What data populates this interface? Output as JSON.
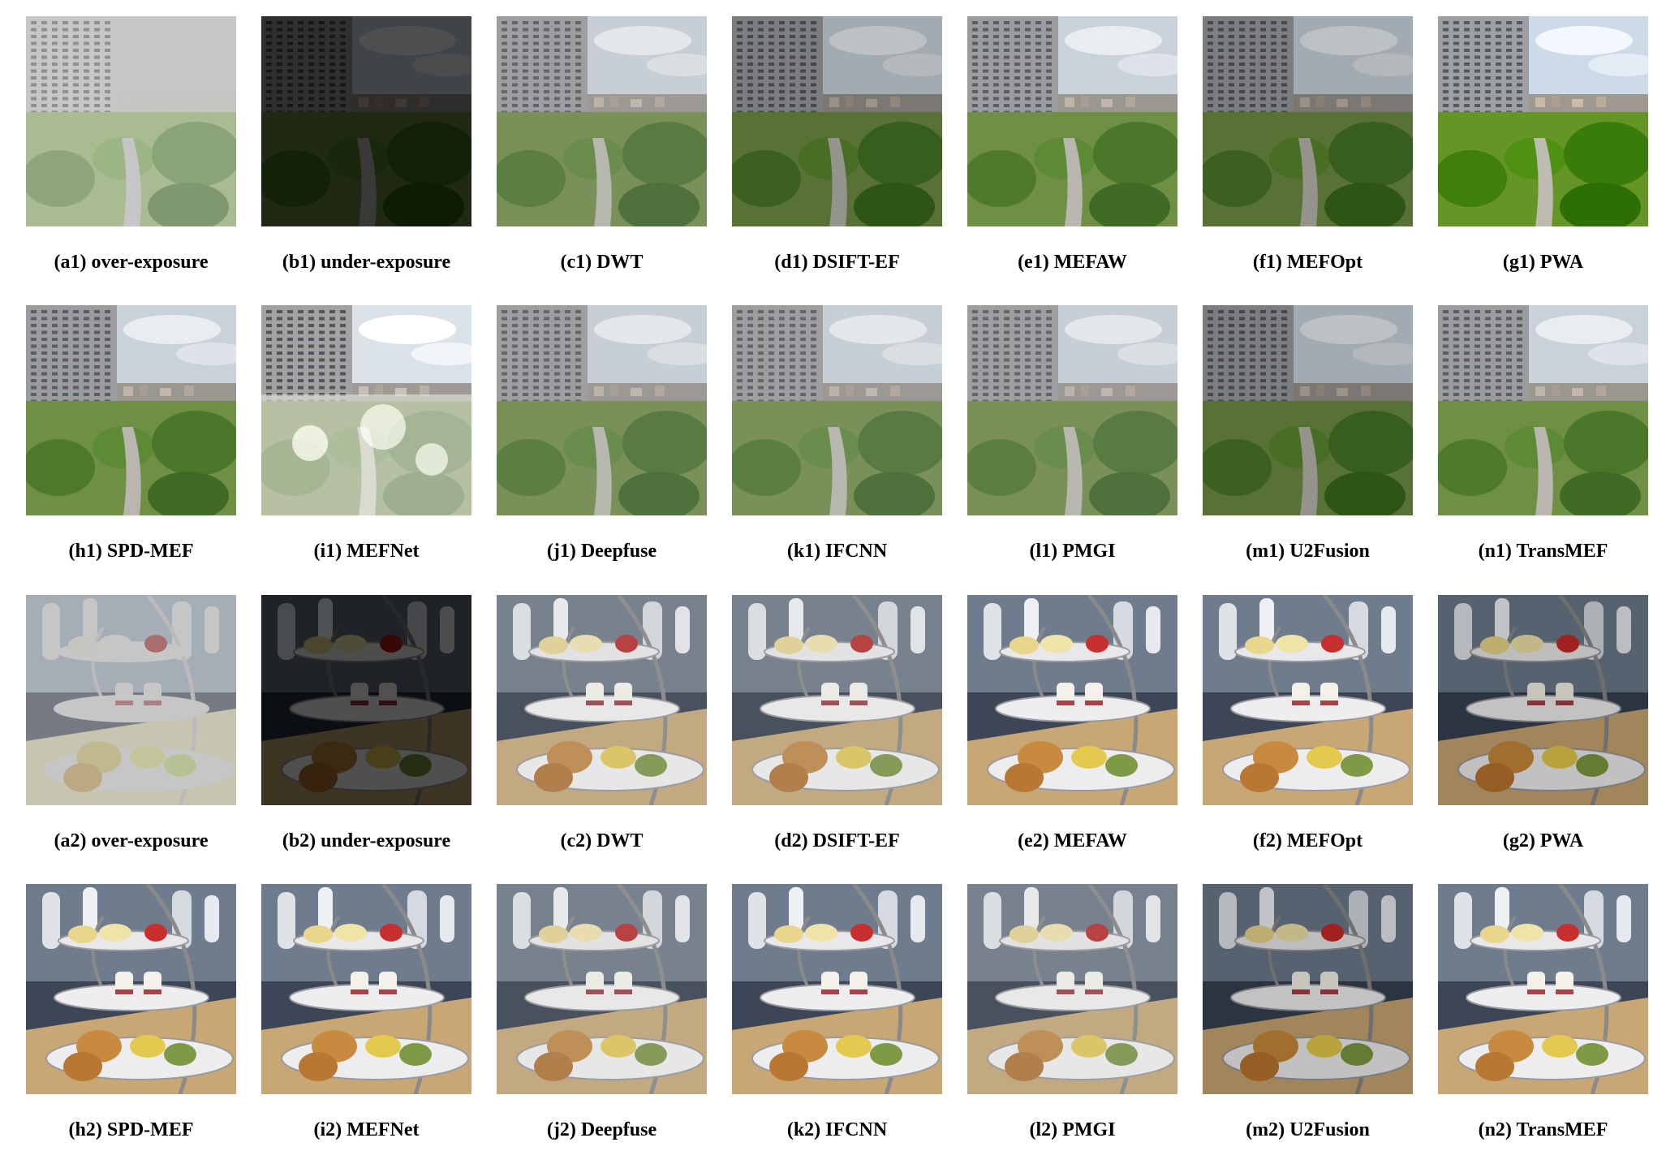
{
  "figure": {
    "rows": [
      {
        "scene": "city",
        "panels": [
          {
            "caption": "(a1) over-exposure",
            "exposure": "over"
          },
          {
            "caption": "(b1) under-exposure",
            "exposure": "under"
          },
          {
            "caption": "(c1) DWT",
            "exposure": "fused-soft"
          },
          {
            "caption": "(d1) DSIFT-EF",
            "exposure": "fused-dark"
          },
          {
            "caption": "(e1) MEFAW",
            "exposure": "fused"
          },
          {
            "caption": "(f1) MEFOpt",
            "exposure": "fused-dark"
          },
          {
            "caption": "(g1) PWA",
            "exposure": "fused-vivid"
          }
        ]
      },
      {
        "scene": "city",
        "panels": [
          {
            "caption": "(h1) SPD-MEF",
            "exposure": "fused"
          },
          {
            "caption": "(i1) MEFNet",
            "exposure": "artifact"
          },
          {
            "caption": "(j1) Deepfuse",
            "exposure": "fused-soft"
          },
          {
            "caption": "(k1) IFCNN",
            "exposure": "fused-soft"
          },
          {
            "caption": "(l1) PMGI",
            "exposure": "fused-soft"
          },
          {
            "caption": "(m1) U2Fusion",
            "exposure": "fused-dark"
          },
          {
            "caption": "(n1) TransMEF",
            "exposure": "fused"
          }
        ]
      },
      {
        "scene": "dessert",
        "panels": [
          {
            "caption": "(a2) over-exposure",
            "exposure": "over"
          },
          {
            "caption": "(b2) under-exposure",
            "exposure": "under"
          },
          {
            "caption": "(c2) DWT",
            "exposure": "fused-soft"
          },
          {
            "caption": "(d2) DSIFT-EF",
            "exposure": "fused-soft"
          },
          {
            "caption": "(e2) MEFAW",
            "exposure": "fused"
          },
          {
            "caption": "(f2) MEFOpt",
            "exposure": "fused"
          },
          {
            "caption": "(g2) PWA",
            "exposure": "fused-dark"
          }
        ]
      },
      {
        "scene": "dessert",
        "panels": [
          {
            "caption": "(h2) SPD-MEF",
            "exposure": "fused"
          },
          {
            "caption": "(i2) MEFNet",
            "exposure": "fused"
          },
          {
            "caption": "(j2) Deepfuse",
            "exposure": "fused-soft"
          },
          {
            "caption": "(k2) IFCNN",
            "exposure": "fused"
          },
          {
            "caption": "(l2) PMGI",
            "exposure": "fused-soft"
          },
          {
            "caption": "(m2) U2Fusion",
            "exposure": "fused-dark"
          },
          {
            "caption": "(n2) TransMEF",
            "exposure": "fused"
          }
        ]
      }
    ]
  }
}
